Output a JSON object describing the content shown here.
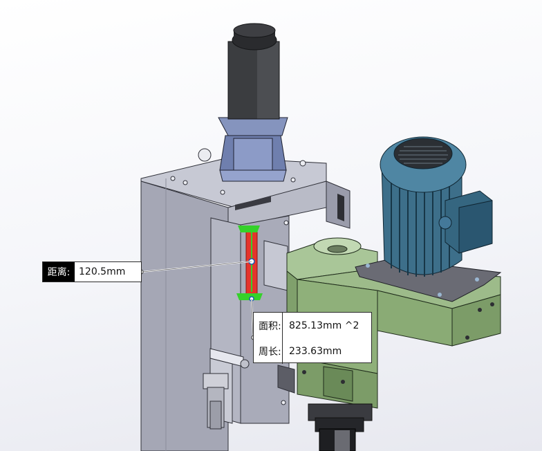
{
  "measurement": {
    "distance": {
      "label": "距离:",
      "value": "120.5mm"
    },
    "area": {
      "label": "面积:",
      "value": "825.13mm ^2"
    },
    "perimeter": {
      "label": "周长:",
      "value": "233.63mm"
    }
  },
  "colors": {
    "body_gray": "#a5a7b5",
    "motor_dark": "#3b3d40",
    "flange_blue": "#8594be",
    "motor_teal": "#3d6f8a",
    "housing_green": "#8fb07a",
    "highlight_red": "#e5342b",
    "highlight_green": "#35d12a"
  }
}
